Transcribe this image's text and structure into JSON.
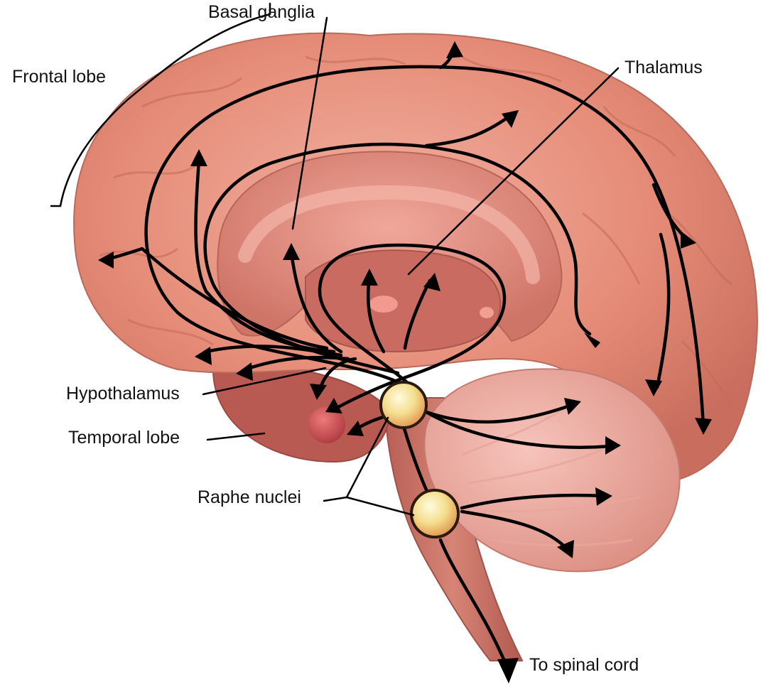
{
  "labels": {
    "basal_ganglia": "Basal ganglia",
    "frontal_lobe": "Frontal lobe",
    "thalamus": "Thalamus",
    "hypothalamus": "Hypothalamus",
    "temporal_lobe": "Temporal lobe",
    "raphe_nuclei": "Raphe nuclei",
    "to_spinal_cord": "To spinal cord"
  },
  "colors": {
    "cortex": "#e8907a",
    "cortex_dark": "#c8705e",
    "inner": "#d97f72",
    "cerebellum": "#f0aaa0",
    "brainstem": "#c46e62",
    "nucleus": "#f3dc8a",
    "pathway": "#000000"
  },
  "icons": {
    "arrowhead": "arrowhead-icon",
    "nucleus": "raphe-nucleus-icon"
  }
}
